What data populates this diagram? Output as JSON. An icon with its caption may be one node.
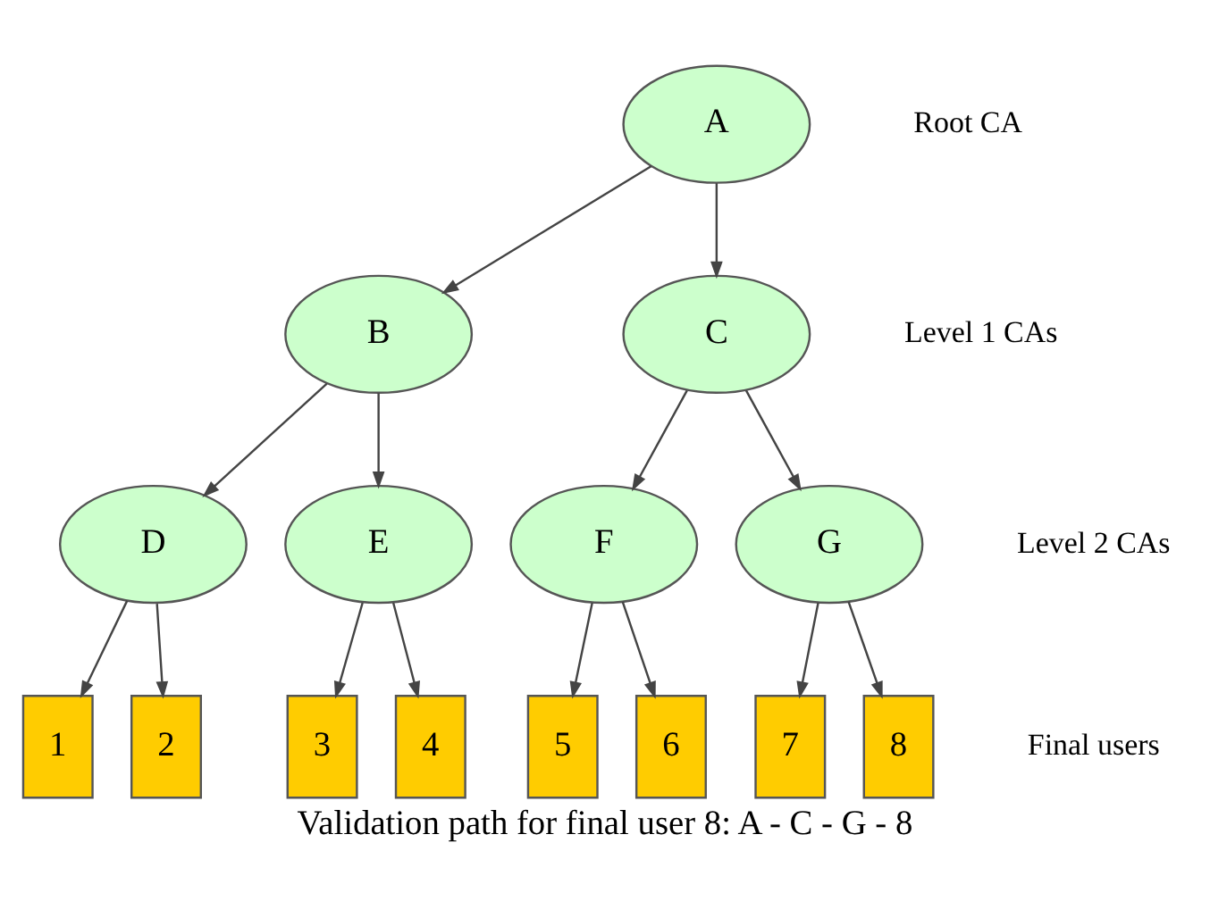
{
  "diagram": {
    "caption": "Validation path for final user 8: A - C - G - 8",
    "nodes": [
      {
        "text": [
          "A"
        ]
      },
      {
        "text": [
          "B"
        ]
      },
      {
        "text": [
          "C"
        ]
      },
      {
        "text": [
          "D"
        ]
      },
      {
        "text": [
          "E"
        ]
      },
      {
        "text": [
          "F"
        ]
      },
      {
        "text": [
          "G"
        ]
      },
      {
        "text": [
          "1"
        ]
      },
      {
        "text": [
          "2"
        ]
      },
      {
        "text": [
          "3"
        ]
      },
      {
        "text": [
          "4"
        ]
      },
      {
        "text": [
          "5"
        ]
      },
      {
        "text": [
          "6"
        ]
      },
      {
        "text": [
          "7"
        ]
      },
      {
        "text": [
          "8"
        ]
      }
    ],
    "edges": [
      {
        "from": 0,
        "to": 1,
        "arrow": "to"
      },
      {
        "from": 0,
        "to": 2,
        "arrow": "to"
      },
      {
        "from": 1,
        "to": 3,
        "arrow": "to"
      },
      {
        "from": 1,
        "to": 4,
        "arrow": "to"
      },
      {
        "from": 2,
        "to": 5,
        "arrow": "to"
      },
      {
        "from": 2,
        "to": 6,
        "arrow": "to"
      },
      {
        "from": 3,
        "to": 7,
        "arrow": "to"
      },
      {
        "from": 3,
        "to": 8,
        "arrow": "to"
      },
      {
        "from": 4,
        "to": 9,
        "arrow": "to"
      },
      {
        "from": 4,
        "to": 10,
        "arrow": "to"
      },
      {
        "from": 5,
        "to": 11,
        "arrow": "to"
      },
      {
        "from": 5,
        "to": 12,
        "arrow": "to"
      },
      {
        "from": 6,
        "to": 13,
        "arrow": "to"
      },
      {
        "from": 6,
        "to": 14,
        "arrow": "to"
      }
    ],
    "labels": [
      "Root CA",
      "Level 1 CAs",
      "Level 2 CAs",
      "Final users"
    ]
  }
}
